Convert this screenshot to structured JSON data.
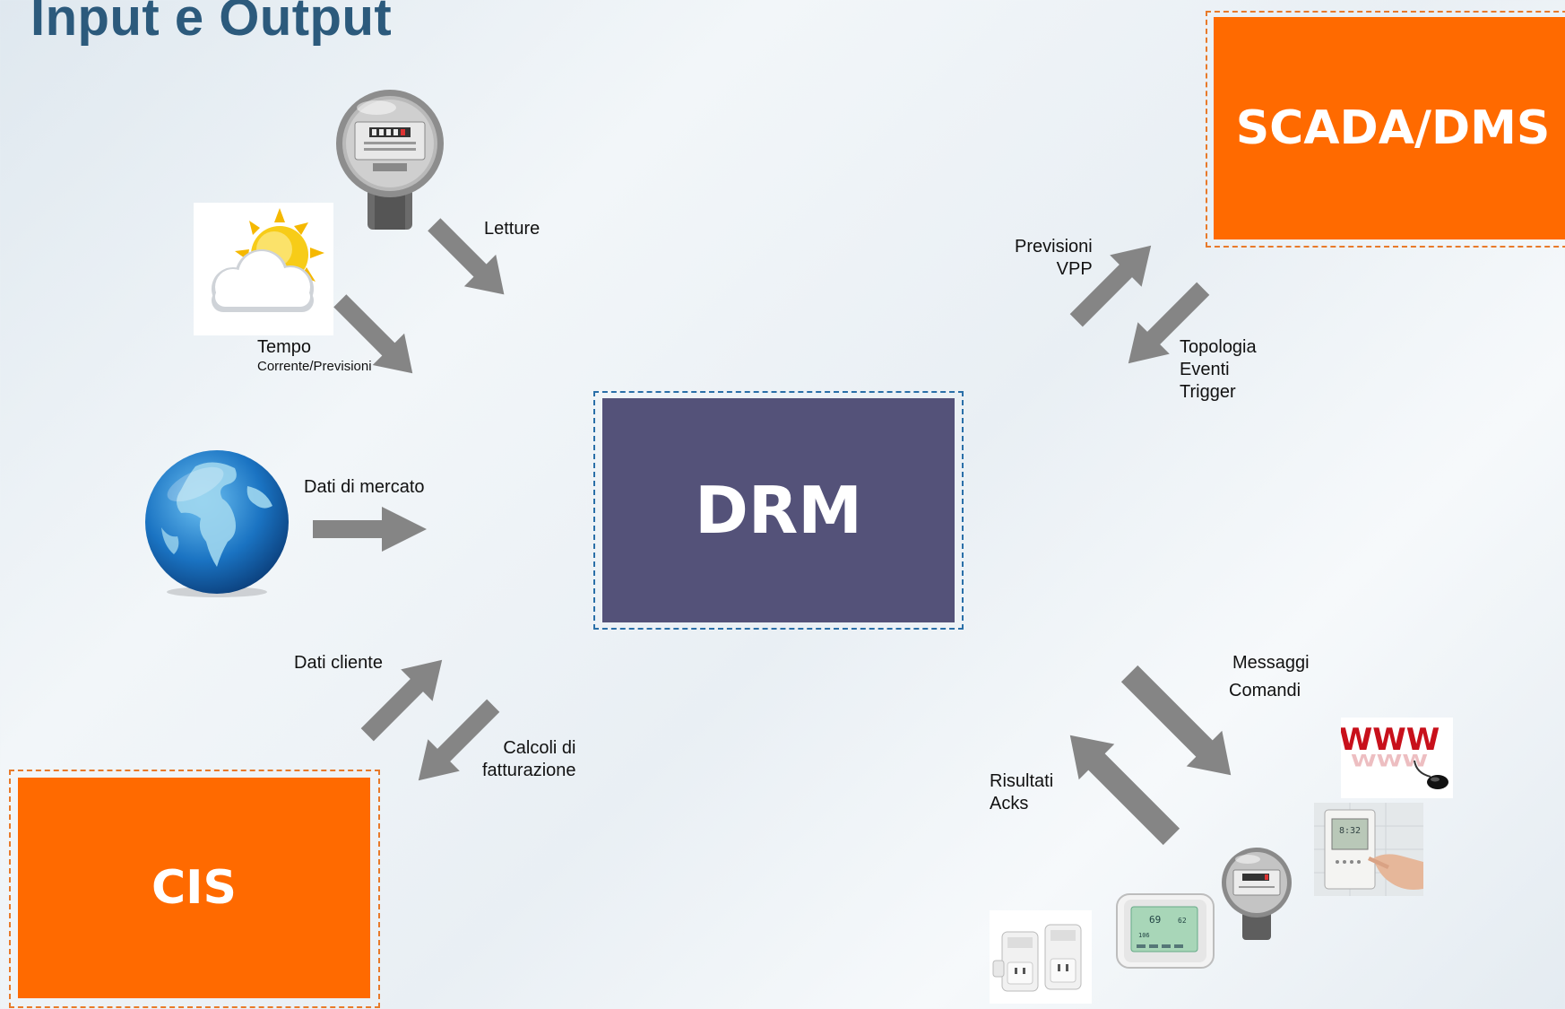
{
  "title": "Input e Output",
  "boxes": {
    "drm": "DRM",
    "scada": "SCADA/DMS",
    "cis": "CIS"
  },
  "labels": {
    "letture": "Letture",
    "tempo": "Tempo",
    "tempo_sub": "Corrente/Previsioni",
    "mercato": "Dati di mercato",
    "cliente": "Dati cliente",
    "fatturazione": "Calcoli di\nfatturazione",
    "previsioni": "Previsioni\nVPP",
    "topologia": "Topologia\nEventi\nTrigger",
    "messaggi": "Messaggi",
    "comandi": "Comandi",
    "risultati": "Risultati\nAcks"
  },
  "icons": [
    "electric-meter-icon",
    "weather-sun-cloud-icon",
    "globe-icon",
    "www-mouse-icon",
    "wall-thermostat-icon",
    "smart-meter-icon",
    "programmable-thermostat-icon",
    "smart-plug-icon"
  ],
  "colors": {
    "title": "#2c5a7c",
    "orange_box": "#ff6a00",
    "drm_box": "#545279",
    "arrow": "#858585"
  }
}
